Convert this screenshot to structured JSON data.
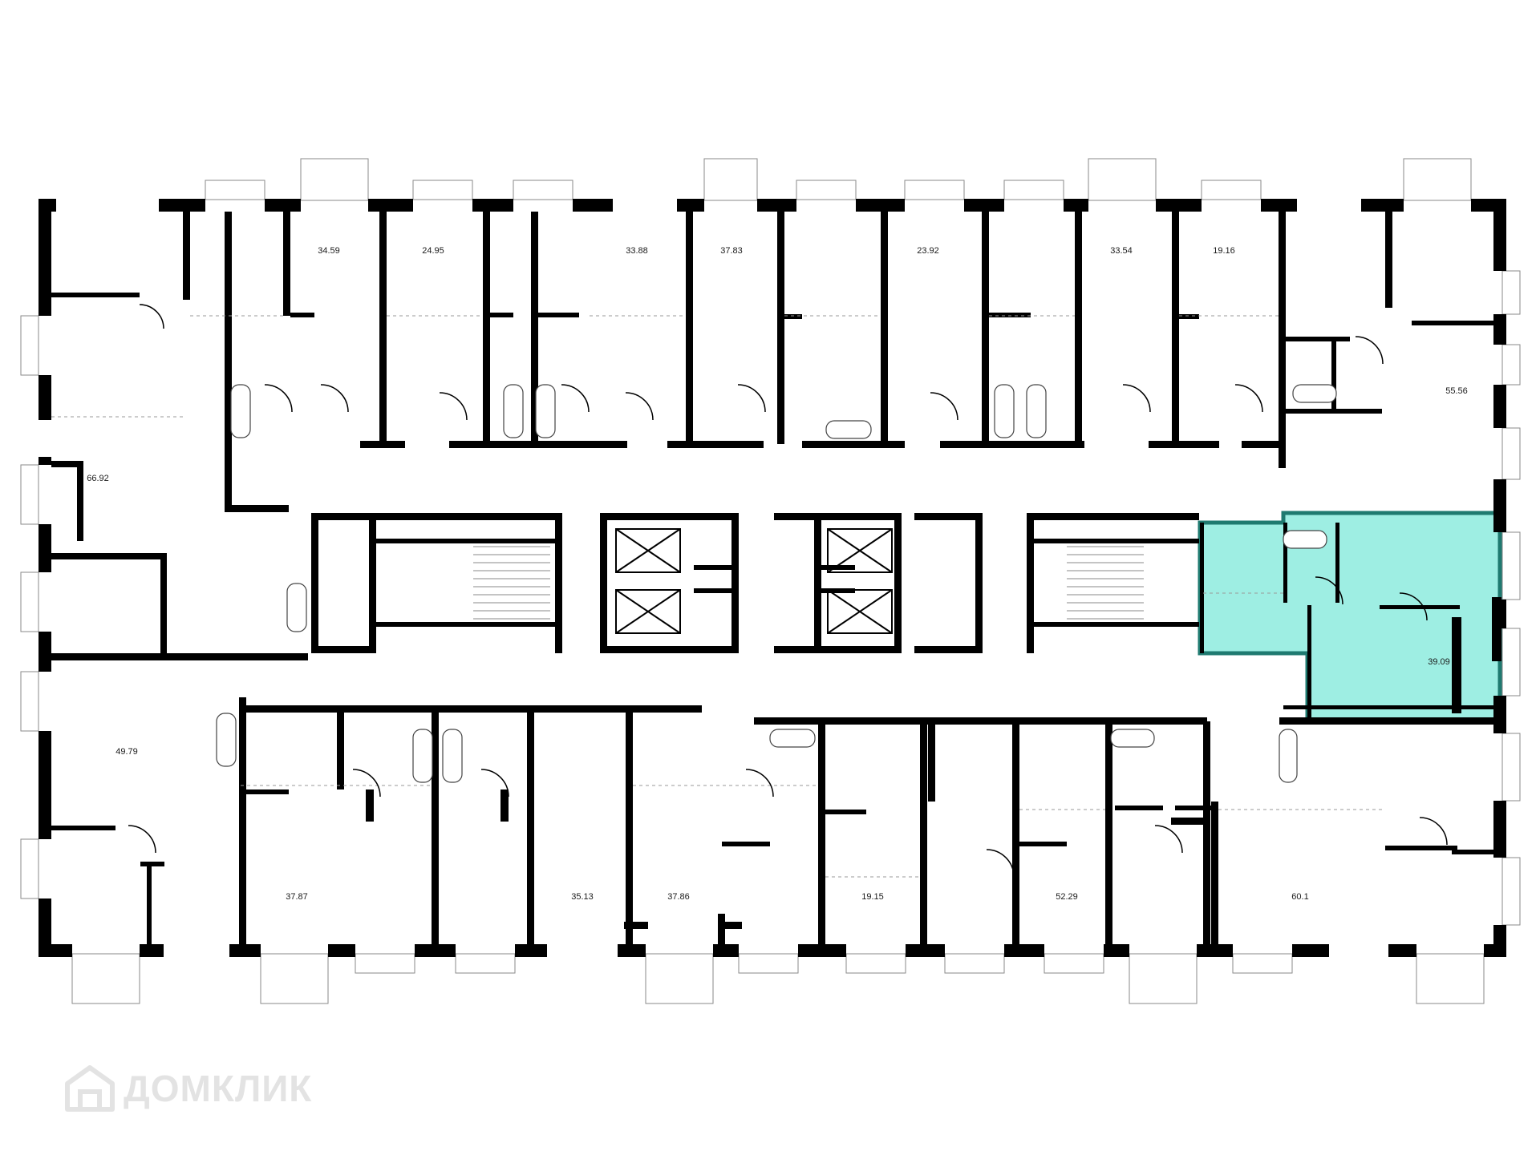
{
  "plan": {
    "apartments": [
      {
        "area": "34.59"
      },
      {
        "area": "24.95"
      },
      {
        "area": "33.88"
      },
      {
        "area": "37.83"
      },
      {
        "area": "23.92"
      },
      {
        "area": "33.54"
      },
      {
        "area": "19.16"
      },
      {
        "area": "55.56"
      },
      {
        "area": "66.92"
      },
      {
        "area": "49.79"
      },
      {
        "area": "39.09",
        "highlighted": true
      },
      {
        "area": "37.87"
      },
      {
        "area": "35.13"
      },
      {
        "area": "37.86"
      },
      {
        "area": "19.15"
      },
      {
        "area": "52.29"
      },
      {
        "area": "60.1"
      }
    ],
    "highlight_color": "#9eeee3",
    "highlight_border_color": "#1f7a70"
  },
  "watermark": {
    "text": "ДОМКЛИК",
    "icon": "house-logo-icon"
  }
}
